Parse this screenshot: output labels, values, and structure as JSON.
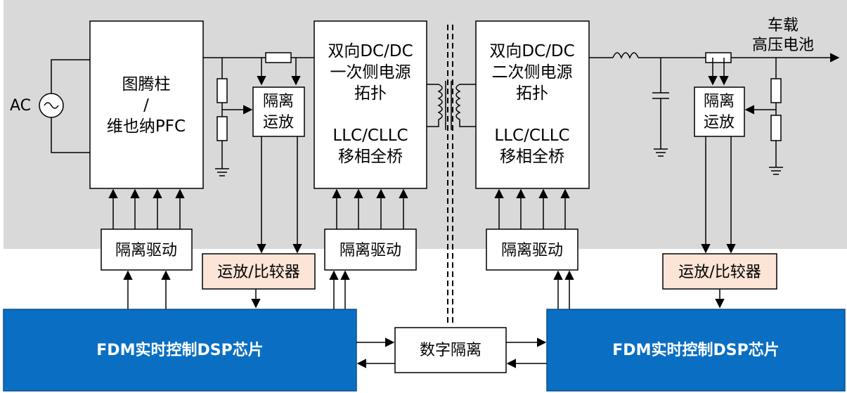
{
  "colors": {
    "gray_region": "#d9d9d9",
    "dsp_fill": "#0a6fc2",
    "comparator_fill": "#fce4d6"
  },
  "ac_label": "AC",
  "pfc": {
    "line1": "图腾柱",
    "line2": "/",
    "line3": "维也纳PFC"
  },
  "dcdc_primary": {
    "line1": "双向DC/DC",
    "line2": "一次侧电源",
    "line3": "拓扑",
    "line4": "LLC/CLLC",
    "line5": "移相全桥"
  },
  "dcdc_secondary": {
    "line1": "双向DC/DC",
    "line2": "二次侧电源",
    "line3": "拓扑",
    "line4": "LLC/CLLC",
    "line5": "移相全桥"
  },
  "opamp_left": {
    "line1": "隔离",
    "line2": "运放"
  },
  "opamp_right": {
    "line1": "隔离",
    "line2": "运放"
  },
  "driver_1": "隔离驱动",
  "driver_2": "隔离驱动",
  "driver_3": "隔离驱动",
  "comparator_left": "运放/比较器",
  "comparator_right": "运放/比较器",
  "battery": {
    "line1": "车载",
    "line2": "高压电池"
  },
  "dsp_left": "FDM实时控制DSP芯片",
  "dsp_right": "FDM实时控制DSP芯片",
  "digital_isolation": "数字隔离"
}
